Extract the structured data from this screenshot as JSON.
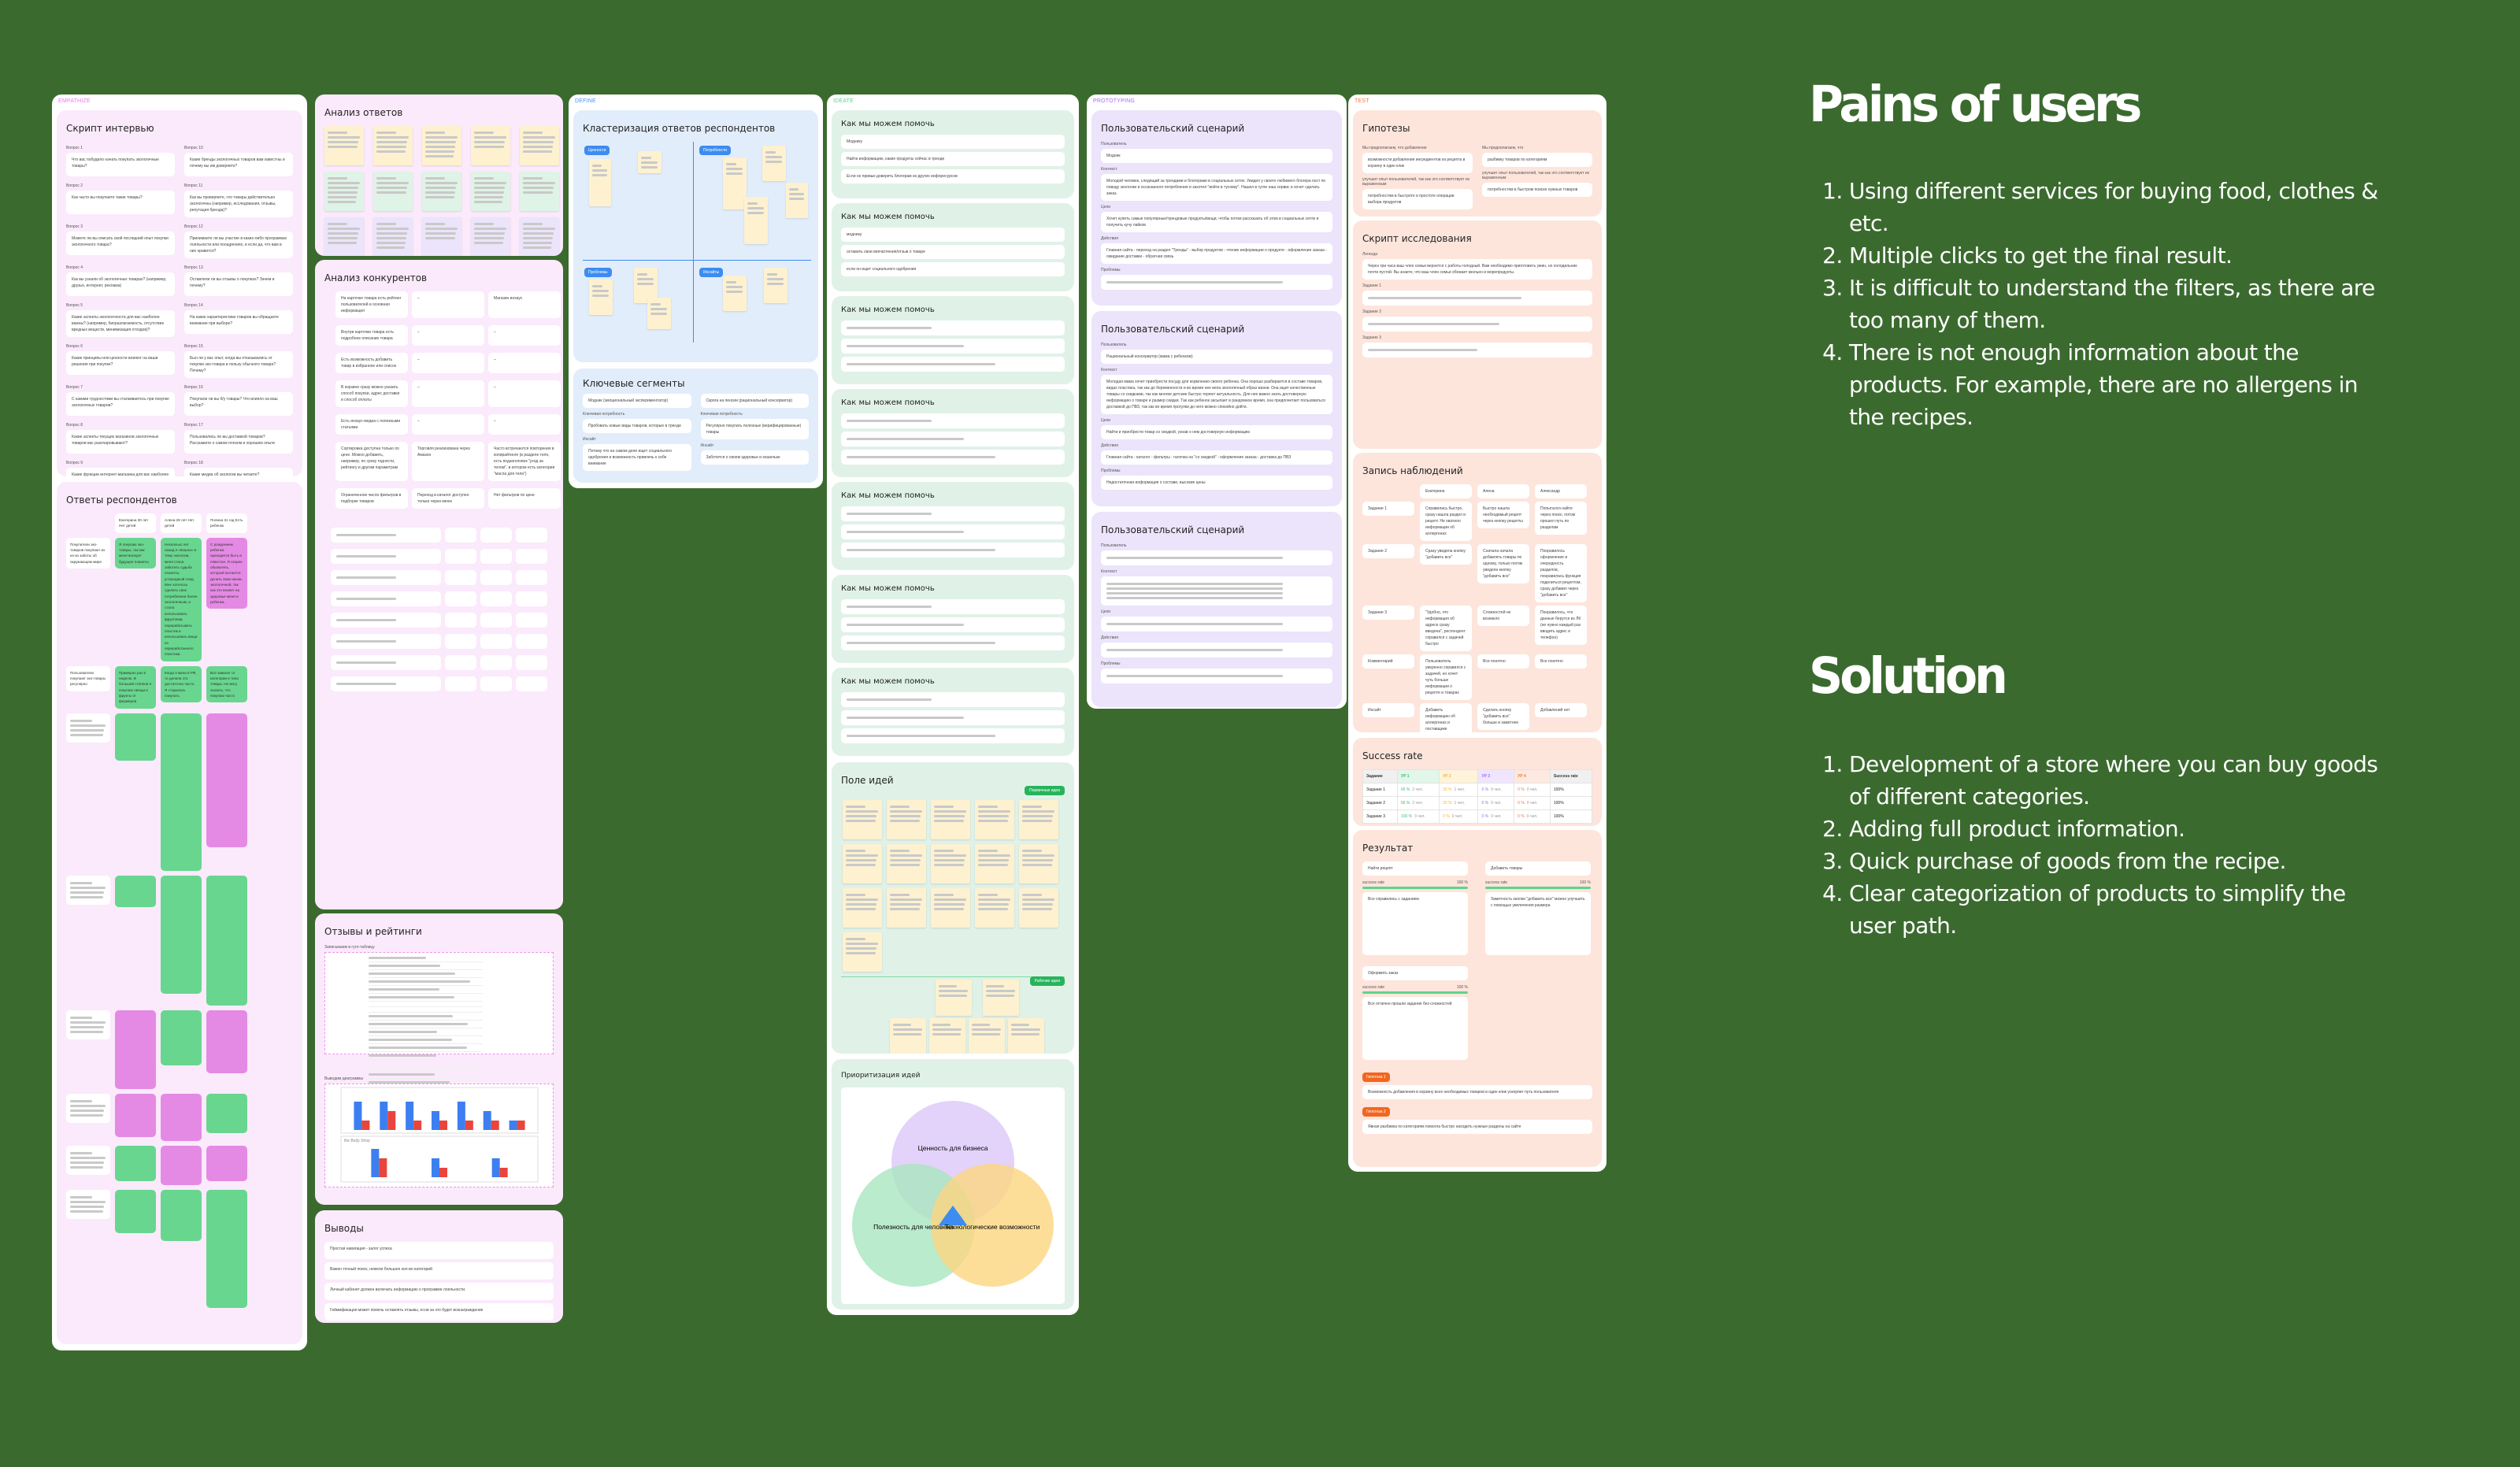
{
  "phases": {
    "empathize": "EMPATHIZE",
    "define": "DEFINE",
    "ideate": "IDEATE",
    "prototyping": "PROTOTYPING",
    "test": "TEST"
  },
  "interview": {
    "title": "Скрипт интервью",
    "questions": [
      {
        "label": "Вопрос 1",
        "text": "Что вас побудило начать покупать экологичные товары?"
      },
      {
        "label": "Вопрос 10",
        "text": "Какие бренды экологичных товаров вам известны и почему вы им доверяете?"
      },
      {
        "label": "Вопрос 2",
        "text": "Как часто вы покупаете такие товары?"
      },
      {
        "label": "Вопрос 11",
        "text": "Как вы проверяете, что товары действительно экологичны (например, исследования, отзывы, репутация бренда)?"
      },
      {
        "label": "Вопрос 3",
        "text": "Можете ли вы описать свой последний опыт покупки экологичного товара?"
      },
      {
        "label": "Вопрос 12",
        "text": "Принимаете ли вы участие в каких-либо программах лояльности или поощрениях, и если да, что вам в них нравится?"
      },
      {
        "label": "Вопрос 4",
        "text": "Как вы узнали об экологичных товарах? (например, друзья, интернет, реклама)"
      },
      {
        "label": "Вопрос 13",
        "text": "Оставляли ли вы отзывы о покупках? Зачем и почему?"
      },
      {
        "label": "Вопрос 5",
        "text": "Какие аспекты экологичности для вас наиболее важны? (например, биоразлагаемость, отсутствие вредных веществ, минимизация отходов)?"
      },
      {
        "label": "Вопрос 14",
        "text": "На какие характеристики товаров вы обращаете внимание при выборе?"
      },
      {
        "label": "Вопрос 6",
        "text": "Какие принципы или ценности влияют на ваши решения при покупке?"
      },
      {
        "label": "Вопрос 15",
        "text": "Был ли у вас опыт, когда вы отказывались от покупки эко-товара в пользу обычного товара? Почему?"
      },
      {
        "label": "Вопрос 7",
        "text": "С какими трудностями вы сталкиваетесь при покупке экологичных товаров?"
      },
      {
        "label": "Вопрос 16",
        "text": "Покупали ли вы б/у товары? Что влияло на ваш выбор?"
      },
      {
        "label": "Вопрос 8",
        "text": "Какие аспекты текущих магазинов экологичных товаров вас разочаровывают?"
      },
      {
        "label": "Вопрос 17",
        "text": "Пользовались ли вы доставкой товаров? Расскажите о самом плохом и хорошем опыте"
      },
      {
        "label": "Вопрос 9",
        "text": "Какие функции интернет-магазина для вас наиболее важны (например, фильтры, отзывы, советы по использованию)?"
      },
      {
        "label": "Вопрос 18",
        "text": "Какие медиа об экологии вы читаете?"
      }
    ]
  },
  "respondents": {
    "title": "Ответы респондентов",
    "people": [
      "Екатерина 30 лет Нет детей",
      "Алена 28 лет Нет детей",
      "Полина 31 год Есть ребенок"
    ],
    "rows": [
      {
        "hypothesis": "Покупатели эко-товаров покупают их из-за заботы об окружающем мире",
        "answers": [
          {
            "status": "confirmed",
            "text": "Я покупаю эко-товары, так как меня волнует будущее планеты"
          },
          {
            "status": "confirmed",
            "text": "Несколько лет назад я «вошла» в тему экологии, меня стала заботить судьба планеты, углеродный след. Мне хотелось сделать свое потребление более экологичным, и стала использовать фруктовки, перерабатывать пластик и использовать вещи из переработанного пластика."
          },
          {
            "status": "rejected",
            "text": "С рождением ребенка приходится быть в повестке. Я скорее обыватель, который пытается делать свою жизнь экологичной, так как это влияет на здоровье меня и ребенка."
          }
        ]
      },
      {
        "hypothesis": "Пользователи покупают эко-товары регулярно",
        "answers": [
          {
            "status": "confirmed",
            "text": "Примерно раз в неделю. В большей степени я покупаю овощи и фрукты от фермеров"
          },
          {
            "status": "confirmed",
            "text": "Когда я жила в РФ, то делала это достаточно часто. Я старалась покупать"
          },
          {
            "status": "confirmed",
            "text": "Все зависит от категории и типа товара. Не могу сказать, что покупаю часто"
          }
        ]
      }
    ]
  },
  "answers_analysis": {
    "title": "Анализ ответов"
  },
  "competitors": {
    "title": "Анализ конкурентов",
    "rows": [
      [
        "На карточке товара есть рейтинг пользователей и основная информация",
        "–",
        "Магазин инхаус"
      ],
      [
        "Внутри карточки товара есть подробное описание товара",
        "–",
        "–"
      ],
      [
        "Есть возможность добавить товар в избранное или список",
        "–",
        "–"
      ],
      [
        "В корзине сразу можно указать способ покупки, адрес доставки и способ оплаты",
        "–",
        "–"
      ],
      [
        "Есть инхаус-медиа с полезными статьями",
        "–",
        "–"
      ],
      [
        "Сортировка доступна только по цене. Можно добавить, например, по сроку годности, рейтингу и другим параметрам",
        "Торговля реализована через Амазон",
        "Часто встречаются повторения в копирайтинге (в разделе тело, есть подзаголовок \"уход за телом\", в котором есть категория \"масла для тела\")"
      ],
      [
        "Ограниченное число фильтров в подборке товаров",
        "Переход в каталог доступен только через меню",
        "Нет фильтров по цене"
      ]
    ]
  },
  "reviews": {
    "title": "Отзывы и рейтинги",
    "sheet_caption": "Записываем в гугл-таблицу",
    "charts_caption": "Выводим диаграммы",
    "charts": [
      {
        "name": "chart-1",
        "criticality": [
          3,
          3,
          3,
          2,
          3,
          2,
          1
        ],
        "frequency": [
          1,
          2,
          1,
          1,
          1,
          1,
          1
        ]
      },
      {
        "name": "the Body Shop",
        "criticality": [
          3,
          2,
          2
        ],
        "frequency": [
          2,
          1,
          1
        ]
      }
    ],
    "colors": {
      "criticality": "#3d7ff0",
      "frequency": "#e8453c"
    }
  },
  "conclusions": {
    "title": "Выводы",
    "items": [
      "Простая навигация - залог успеха",
      "Важен точный поиск, нежели большое кол-во категорий",
      "Личный кабинет должен включать информацию о программе лояльности.",
      "Геймификация может помочь оставлять отзывы, если за это будет вознаграждение"
    ]
  },
  "define": {
    "cluster_title": "Кластеризация ответов респондентов",
    "tags": [
      "Ценности",
      "Потребности",
      "Проблемы",
      "Инсайты"
    ],
    "segments_title": "Ключевые сегменты",
    "segments": [
      {
        "name": "Модник (эмоциональный экспериментатор)",
        "need_label": "Ключевая потребность",
        "need": "Пробовать новые виды товаров, которые в тренде",
        "insight_label": "Инсайт",
        "insight": "Потому что на самом деле ищет социального одобрения и возможность привлечь к себе внимание"
      },
      {
        "name": "Скряга на пенсии (рациональный консерватор)",
        "need_label": "Ключевая потребность",
        "need": "Регулярно покупать полезные (верифицированные) товары",
        "insight_label": "Инсайт",
        "insight": "Заботится о своем здоровье и кошельке"
      }
    ]
  },
  "ideate": {
    "hmw_title": "Как мы можем помочь",
    "hmw": [
      [
        "Моднику",
        "Найти информацию, какие продукты сейчас в тренде",
        "Если он привык доверять блогерам из других инфоресурсов"
      ],
      [
        "моднику",
        "оставить свои впечатления/отзыв о товаре",
        "если он ищет социального одобрения"
      ]
    ],
    "hmw_count": 7,
    "ideas_title": "Поле идей",
    "primary_badge": "Первичные идеи",
    "working_badge": "Рабочие идеи",
    "prio_title": "Приоритизация идей",
    "venn": [
      "Ценность для бизнеса",
      "Полезность для человека",
      "Технологические возможности"
    ],
    "venn_colors": [
      "#dcc7f7",
      "#a8e6bf",
      "#fdd67f"
    ]
  },
  "prototyping": {
    "title": "Пользовательский сценарий",
    "labels": [
      "Пользователь",
      "Контекст",
      "Цели",
      "Действия",
      "Проблемы"
    ],
    "scenarios": [
      [
        "Модник",
        "Молодой человек, следящий за трендами и блогерами в социальных сетях. Увидел у своего любимого блогера пост по поводу экологии и осознанного потребления и захотел \"войти в тусовку\". Нашел в гугле наш сервис и хочет сделать заказ.",
        "Хочет купить самые популярные/трендовые продукты/вещи, чтобы потом рассказать об этом в социальных сетях и получить кучу лайков",
        "Главная сайта - переход на раздел \"Тренды\" - выбор продуктов - чтение информации о продукте - оформление заказа - ожидание доставки - обратная связь",
        ""
      ],
      [
        "Рациональный консерватор (мама с ребенком)",
        "Молодая мама хочет приобрести посуду для кормления своего ребенка. Она хорошо разбирается в составе товаров, видах пластика, так как до беременности и во время нее вела экологичный образ жизни. Она ищет качественные товары со скидками, так как многие детские быстро теряют актуальность. Для нее важно знать достоверную информацию о товаре и размер скидки. Так как ребенок засыпает в рандомное время, она предпочитает пользоваться доставкой до ПВЗ, так как во время прогулки до него можно спокойно дойти.",
        "Найти и приобрести товар со скидкой, узнав о нем достоверную информацию",
        "Главная сайта - каталог - фильтры - галочка на \"со скидкой\" - оформление заказа - доставка до ПВЗ",
        "Недостаточная информация о составе, высокие цены"
      ],
      [
        "",
        "",
        "",
        "",
        ""
      ]
    ]
  },
  "test": {
    "hyp_title": "Гипотезы",
    "hypotheses": [
      {
        "intro": "Мы предполагаем, что добавление",
        "what": "возможности добавления ингредиентов из рецепта в корзину в один клик",
        "because": "улучшит опыт пользователей, так как это соответствует их выраженным",
        "need": "потребностям в быстроте и простоте операции выбора продуктов"
      },
      {
        "intro": "Мы предполагаем, что",
        "what": "разбивку товаров по категориям",
        "because": "улучшит опыт пользователей, так как это соответствует их выраженным",
        "need": "потребностям в быстром поиске нужных товаров"
      }
    ],
    "script_title": "Скрипт исследования",
    "legend_label": "Легенда",
    "legend": "Через три часа ваш член семьи вернется с работы голодный. Вам необходимо приготовить ужин, но холодильник почти пустой. Вы знаете, что ваш член семьи обожает жюльен и морепродукты.",
    "task_labels": [
      "Задание 1",
      "Задание 2",
      "Задание 3"
    ],
    "obs_title": "Запись наблюдений",
    "obs_people": [
      "Екатерина",
      "Алена",
      "Александр"
    ],
    "obs_rows": [
      [
        "Задание 1",
        "Справилась быстро, сразу нашла раздел и рецепт. Не хватило информации об аллергенах",
        "Быстро нашла необходимый рецепт через кнопку рецепты",
        "Попытался найти через поиск, потом прошел путь по разделам"
      ],
      [
        "Задание 2",
        "Сразу увидела кнопку \"добавить все\"",
        "Сначала начала добавлять товары по одному, только потом увидела кнопку \"добавить все\"",
        "Понравилось оформление и очередность разделов, понравилась функция поделиться рецептом, сразу добавил через \"добавить все\""
      ],
      [
        "Задание 3",
        "\"Удобно, что информация об адресе сразу введена\", респондент справился с задачей быстро",
        "Сложностей не возникло",
        "Понравилось, что данные берутся из ЛК (не нужно каждый раз вводить адрес и телефон)"
      ],
      [
        "Комментарий",
        "Пользователь уверенно справился с задачей, но хочет чуть больше информации о рецепте и товарах",
        "Все понятно",
        "Все понятно"
      ],
      [
        "Инсайт",
        "Добавить информацию об аллергенах и поставщике",
        "Сделать кнопку \"добавить все\" больше и заметнее",
        "Добавлений нет"
      ]
    ],
    "sr_title": "Success rate",
    "sr_head": [
      "Задание",
      "УР 1",
      "УР 2",
      "УР 3",
      "УР 4",
      "Success rate"
    ],
    "sr_rows": [
      [
        "Задание 1",
        "66 %",
        "2 чел.",
        "33 %",
        "1 чел.",
        "0 %",
        "0 чел.",
        "0 %",
        "0 чел.",
        "100%"
      ],
      [
        "Задание 2",
        "66 %",
        "2 чел.",
        "33 %",
        "1 чел.",
        "0 %",
        "0 чел.",
        "0 %",
        "0 чел.",
        "100%"
      ],
      [
        "Задание 3",
        "100 %",
        "3 чел.",
        "0 %",
        "0 чел.",
        "0 %",
        "0 чел.",
        "0 %",
        "0 чел.",
        "100%"
      ]
    ],
    "level_colors": [
      "#3fc173",
      "#f5b43c",
      "#a26cf0",
      "#f07a3c"
    ],
    "result_title": "Результат",
    "results": [
      {
        "task": "Найти рецепт",
        "label": "success rate",
        "value": "100 %",
        "fill": 1.0,
        "note": "Все справились с заданием"
      },
      {
        "task": "Добавить товары",
        "label": "success rate",
        "value": "100 %",
        "fill": 1.0,
        "note": "Заметность кнопки \"добавить все\" можно улучшить с помощью увеличения размера"
      },
      {
        "task": "Оформить заказ",
        "label": "success rate",
        "value": "100 %",
        "fill": 1.0,
        "note": "Все отлично прошли задание без сложностей"
      }
    ],
    "final_hyps": [
      {
        "badge": "Гипотеза 1",
        "text": "Возможность добавления в корзину всех необходимых товаров в один клик ускоряет путь пользователя"
      },
      {
        "badge": "Гипотеза 2",
        "text": "Явная разбивка по категориям помогла быстро находить нужные разделы на сайте"
      }
    ]
  },
  "pains": {
    "title": "Pains of users",
    "items": [
      "Using different services for buying food, clothes & etc.",
      "Multiple clicks to get the final result.",
      "It is difficult to understand the filters, as there are too many of them.",
      "There is not enough information about the products. For example, there are no allergens in the recipes."
    ]
  },
  "solution": {
    "title": "Solution",
    "items": [
      "Development of a store where you can buy goods of different categories.",
      "Adding full product information.",
      "Quick purchase of goods from the recipe.",
      "Clear categorization of products to simplify the user path."
    ]
  },
  "phase_colors": {
    "empathize": "#e67ce6",
    "define": "#4b93f0",
    "ideate": "#5fcf8a",
    "prototyping": "#a26cf0",
    "test": "#f07a3c"
  }
}
